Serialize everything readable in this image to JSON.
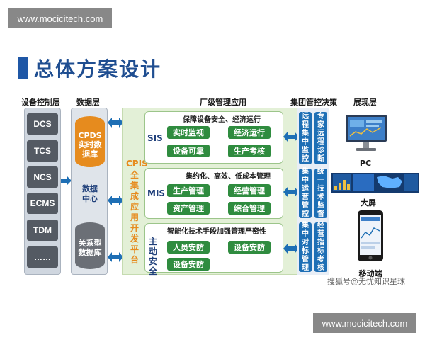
{
  "watermark_top": "www.mocicitech.com",
  "watermark_bottom": "www.mocicitech.com",
  "title": "总体方案设计",
  "headers": {
    "device": "设备控制层",
    "data": "数据层",
    "factory": "厂级管理应用",
    "group": "集团管控决策",
    "display": "展现层"
  },
  "devices": [
    "DCS",
    "TCS",
    "NCS",
    "ECMS",
    "TDM",
    "……"
  ],
  "data_layer": {
    "realtime_db": "CPDS实时数据库",
    "center": "数据中心",
    "relational_db": "关系型数据库"
  },
  "cpis": {
    "name": "CPIS",
    "desc": "全集成应用开发平台"
  },
  "sis": {
    "label": "SIS",
    "title": "保障设备安全、经济运行",
    "buttons": [
      "实时监视",
      "经济运行",
      "设备可靠",
      "生产考核"
    ]
  },
  "mis": {
    "label": "MIS",
    "title": "集约化、高效、低成本管理",
    "buttons": [
      "生产管理",
      "经营管理",
      "资产管理",
      "综合管理"
    ]
  },
  "safety": {
    "label": "主动安全",
    "title": "智能化技术手段加强管理严密性",
    "buttons": [
      "人员安防",
      "设备安防",
      "设备安防"
    ]
  },
  "group_cols": {
    "c1": "远程集中监控",
    "c2": "专家远程诊断",
    "c3": "集中运营管控",
    "c4": "统一技术监督",
    "c5": "集中对标管理",
    "c6": "经营指标考核"
  },
  "display": {
    "pc": "PC",
    "screen": "大屏",
    "mobile": "移动端"
  },
  "credit": "搜狐号@无忧知识星球",
  "colors": {
    "title": "#1f4e91",
    "accent_blue": "#1e6fb5",
    "green_button": "#2f8c3f",
    "orange": "#e68b1e",
    "device_box": "#545a63",
    "panel_green": "#e3f0d7"
  }
}
